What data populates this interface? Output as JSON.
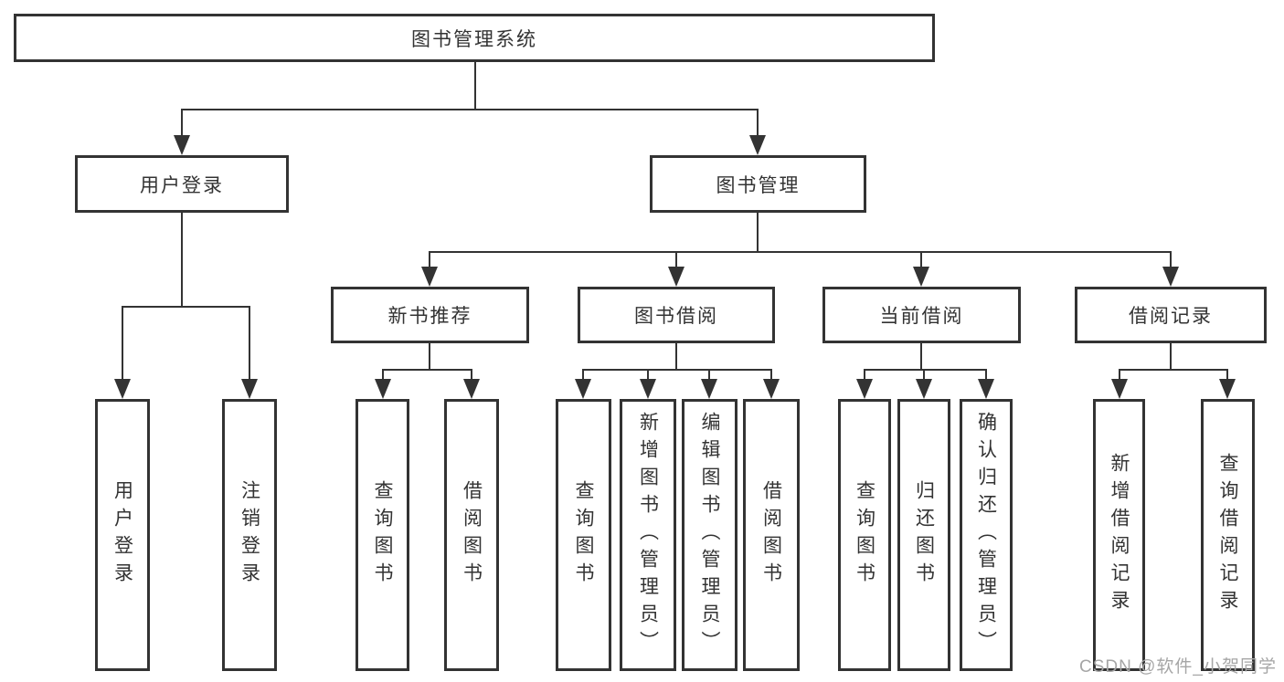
{
  "tree": {
    "label": "图书管理系统",
    "children": [
      {
        "label": "用户登录",
        "children": [
          {
            "label": "用户登录"
          },
          {
            "label": "注销登录"
          }
        ]
      },
      {
        "label": "图书管理",
        "children": [
          {
            "label": "新书推荐",
            "children": [
              {
                "label": "查询图书"
              },
              {
                "label": "借阅图书"
              }
            ]
          },
          {
            "label": "图书借阅",
            "children": [
              {
                "label": "查询图书"
              },
              {
                "label": "新增图书（管理员）"
              },
              {
                "label": "编辑图书（管理员）"
              },
              {
                "label": "借阅图书"
              }
            ]
          },
          {
            "label": "当前借阅",
            "children": [
              {
                "label": "查询图书"
              },
              {
                "label": "归还图书"
              },
              {
                "label": "确认归还（管理员）"
              }
            ]
          },
          {
            "label": "借阅记录",
            "children": [
              {
                "label": "新增借阅记录"
              },
              {
                "label": "查询借阅记录"
              }
            ]
          }
        ]
      }
    ]
  },
  "watermark": {
    "text": "CSDN @软件_小贺同学"
  },
  "colors": {
    "line": "#333333",
    "text": "#333333",
    "background": "#ffffff",
    "watermark": "#a6a6a6"
  }
}
